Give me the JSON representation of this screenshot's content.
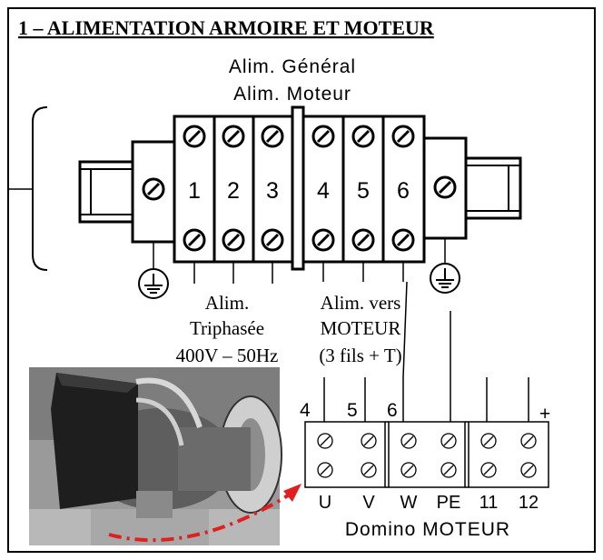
{
  "title": "1 – ALIMENTATION ARMOIRE ET MOTEUR",
  "top_labels": {
    "general": "Alim. Général",
    "moteur": "Alim. Moteur"
  },
  "terminals": [
    "1",
    "2",
    "3",
    "4",
    "5",
    "6"
  ],
  "supply_label": {
    "line1": "Alim.",
    "line2": "Triphasée",
    "line3": "400V – 50Hz"
  },
  "motor_label": {
    "line1": "Alim. vers",
    "line2": "MOTEUR",
    "line3": "(3 fils + T)"
  },
  "domino": {
    "top_numbers": [
      "4",
      "5",
      "6"
    ],
    "plus": "+",
    "bottom_labels": [
      "U",
      "V",
      "W",
      "PE",
      "11",
      "12"
    ],
    "caption": "Domino MOTEUR"
  },
  "colors": {
    "arrow": "#e02020",
    "photo_dark": "#1e1e1e"
  }
}
